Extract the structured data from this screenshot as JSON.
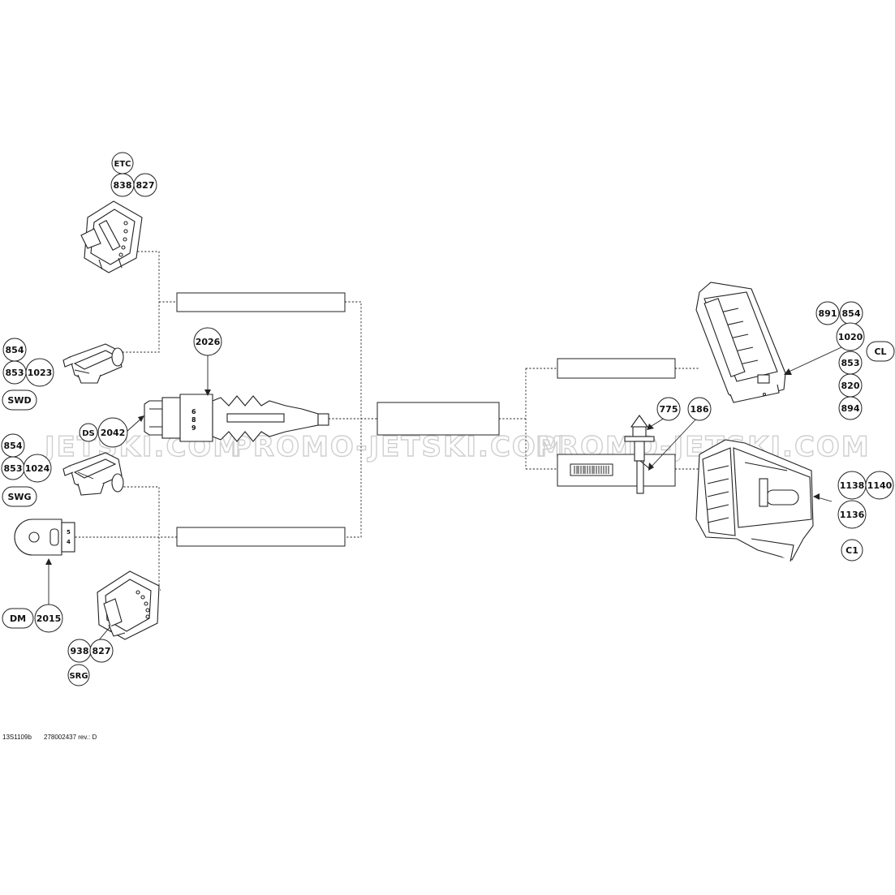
{
  "watermarks": [
    "JETSKI.COM",
    "PROMO-JETSKI.COM",
    "PROMO-JETSKI.COM"
  ],
  "callouts": {
    "etc": "ETC",
    "p838a": "838",
    "p827a": "827",
    "p854a": "854",
    "p853a": "853",
    "p1023": "1023",
    "swd": "SWD",
    "p2026": "2026",
    "ds": "DS",
    "p2042": "2042",
    "p854b": "854",
    "p853b": "853",
    "p1024": "1024",
    "swg": "SWG",
    "dm": "DM",
    "p2015": "2015",
    "p938": "938",
    "p827b": "827",
    "srg": "SRG",
    "p891": "891",
    "p854c": "854",
    "p1020": "1020",
    "cl": "CL",
    "p853c": "853",
    "p820": "820",
    "p894": "894",
    "p775": "775",
    "p186": "186",
    "p1138": "1138",
    "p1140": "1140",
    "p1136": "1136",
    "c1": "C1"
  },
  "pin_labels": {
    "dm_top": "5",
    "dm_bottom": "4",
    "sensor_1": "6",
    "sensor_2": "8",
    "sensor_3": "9"
  },
  "footer": {
    "code": "13S1109b",
    "ref": "278002437 rev.: D"
  }
}
